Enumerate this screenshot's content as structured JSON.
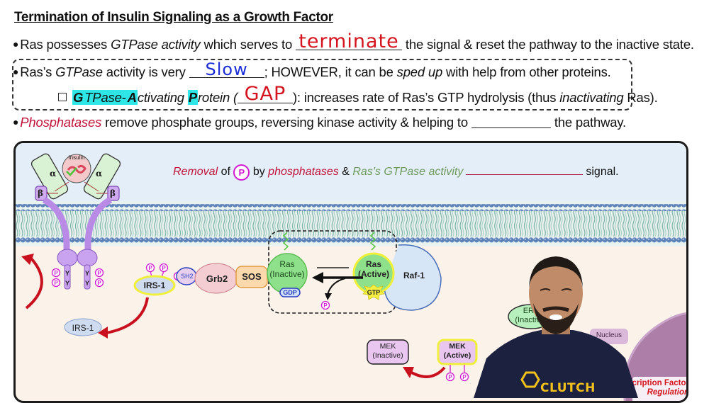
{
  "title": "Termination of Insulin Signaling as a Growth Factor",
  "notes": {
    "line1": {
      "bullet": "●",
      "prefix": "Ras possesses ",
      "italic": "GTPase activity",
      "mid": " which serves to ",
      "answer": "terminate",
      "suffix": " the signal & reset the pathway to the inactive state."
    },
    "line2": {
      "bullet": "●",
      "prefix": "Ras’s ",
      "italic": "GTPase",
      "mid": " activity is very ",
      "answer": "Slow",
      "mid2": "; HOWEVER, it can be ",
      "italic2": "sped up",
      "suffix": " with help from other proteins."
    },
    "line3": {
      "hl_g": "G",
      "word1": "TPase-",
      "hl_a": "A",
      "word2": "ctivating ",
      "hl_p": "P",
      "word3": "rotein (",
      "answer": "GAP",
      "suffix_a": "): increases rate of Ras’s GTP hydrolysis (thus ",
      "italic": "inactivating",
      "suffix_b": " Ras)."
    },
    "line4": {
      "bullet": "●",
      "red_italic": "Phosphatases",
      "mid": " remove phosphate groups, reversing kinase activity & helping to ",
      "answer": "",
      "suffix": " the pathway."
    }
  },
  "diagram": {
    "caption": {
      "removal": "Removal",
      "of": " of ",
      "p": "P",
      "by": " by ",
      "phosphatases": "phosphatases",
      "amp": " & ",
      "gtpase": "Ras's GTPase activity",
      "signal": "signal."
    },
    "labels": {
      "insulin": "Insulin",
      "alpha": "α",
      "beta": "β",
      "y": "Y",
      "p": "P",
      "irs1_active": "IRS-1",
      "irs1_inactive": "IRS-1",
      "sh2": "SH2",
      "grb2": "Grb2",
      "sos": "SOS",
      "ras_inactive_1": "Ras",
      "ras_inactive_2": "(Inactive)",
      "gdp": "GDP",
      "ras_active_1": "Ras",
      "ras_active_2": "(Active)",
      "gtp": "GTP",
      "raf1": "Raf-1",
      "mek_inactive_1": "MEK",
      "mek_inactive_2": "(Inactive)",
      "mek_active_1": "MEK",
      "mek_active_2": "(Active)",
      "erk_1": "ERK",
      "erk_2": "(Inactive)",
      "nucleus": "Nucleus",
      "tf_1": "Transcription Factor",
      "tf_2": "Regulation"
    },
    "presenter": {
      "shirt_text": "CLUTCH"
    }
  },
  "colors": {
    "handwriting_red": "#d4141e",
    "handwriting_blue": "#1c2fd6",
    "highlight": "#2ee6e6",
    "phospho": "#d21ad2",
    "arrow_red": "#c8101e",
    "receptor_purple": "#c9a3ef",
    "ras_green": "#8fe08a"
  }
}
